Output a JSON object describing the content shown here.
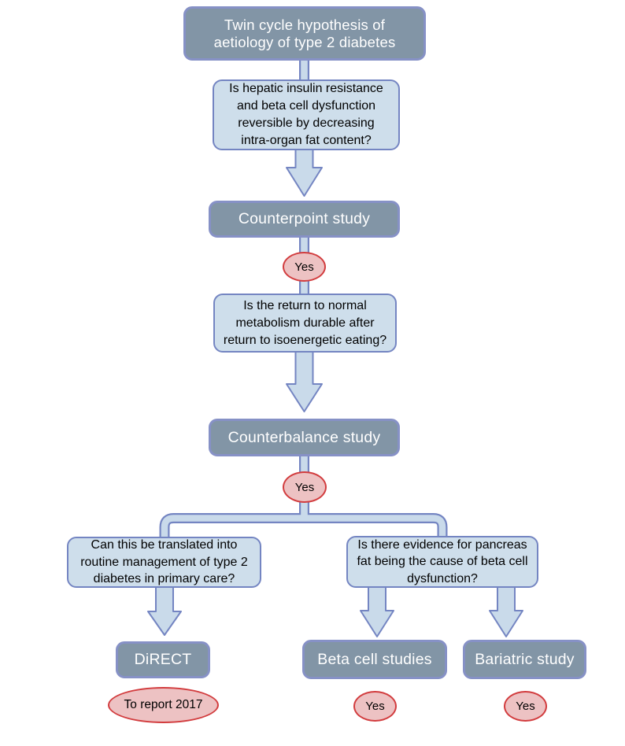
{
  "colors": {
    "background": "#ffffff",
    "dark_box_fill": "#8295a6",
    "dark_box_border": "#8691c6",
    "dark_box_text": "#ffffff",
    "light_box_fill": "#cedeeb",
    "light_box_border": "#7485c2",
    "pipe_fill": "#c9daea",
    "pipe_border": "#7485c2",
    "ellipse_fill": "#edc2c3",
    "ellipse_border": "#d23c3e",
    "text": "#000000"
  },
  "flowchart": {
    "nodes": {
      "twin_cycle": [
        "Twin cycle hypothesis of",
        "aetiology of type 2 diabetes"
      ],
      "q_reversible": [
        "Is hepatic insulin resistance",
        "and beta cell dysfunction",
        "reversible by decreasing",
        "intra-organ fat content?"
      ],
      "counterpoint": "Counterpoint study",
      "yes_counterpoint": "Yes",
      "q_durable": [
        "Is the return to normal",
        "metabolism durable after",
        "return to isoenergetic eating?"
      ],
      "counterbalance": "Counterbalance study",
      "yes_counterbalance": "Yes",
      "q_primary_care": [
        "Can this be translated into",
        "routine management of type 2",
        "diabetes in primary care?"
      ],
      "q_pancreas_fat": [
        "Is there evidence for pancreas",
        "fat being the cause of beta cell",
        "dysfunction?"
      ],
      "direct": "DiRECT",
      "direct_status": "To report 2017",
      "beta_cell": "Beta cell studies",
      "yes_beta_cell": "Yes",
      "bariatric": "Bariatric study",
      "yes_bariatric": "Yes"
    }
  }
}
